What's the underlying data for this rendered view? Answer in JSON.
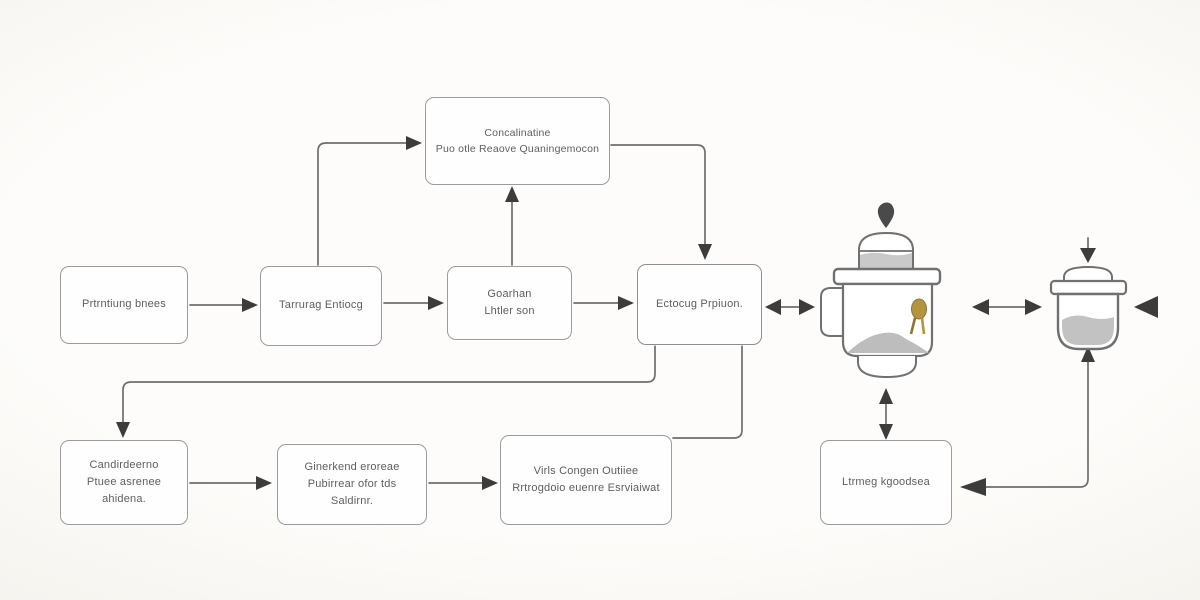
{
  "diagram_title": "process-flow-diagram",
  "colors": {
    "background": "#fbfaf6",
    "box_fill": "#fefefe",
    "box_border": "#9b9b9b",
    "connector_line": "#6e6e6e",
    "arrowhead": "#3c3c3c",
    "text": "#5e5e5e",
    "icon_stroke": "#707070",
    "icon_gray_fill": "#c6c6c6",
    "tassel_gold": "#b3953f"
  },
  "nodes": {
    "top_box": {
      "label": "Concalinatine\nPuo otle Reaove Quaningemocon"
    },
    "step1": {
      "label": "Prtrntiung bnees"
    },
    "step2": {
      "label": "Tarrurag Entiocg"
    },
    "step3": {
      "label": "Goarhan\nLhtler son"
    },
    "step4": {
      "label": "Ectocug Prpiuon."
    },
    "sub1": {
      "label": "Candirdeerno\nPtuee asrenee\nahidena."
    },
    "sub2": {
      "label": "Ginerkend eroreae\nPubirrear ofor tds\nSaldirnr."
    },
    "sub3": {
      "label": "Virls Congen Outiiee\nRrtrogdoio euenre Esrviaiwat"
    },
    "sub4": {
      "label": "Ltrmeg kgoodsea"
    }
  },
  "icons": {
    "grinder_canister": "canister with dome lid, side handle, powder pile and gold tassel seal",
    "storage_pot": "small lidded pot with rimmed lid and gray contents"
  }
}
